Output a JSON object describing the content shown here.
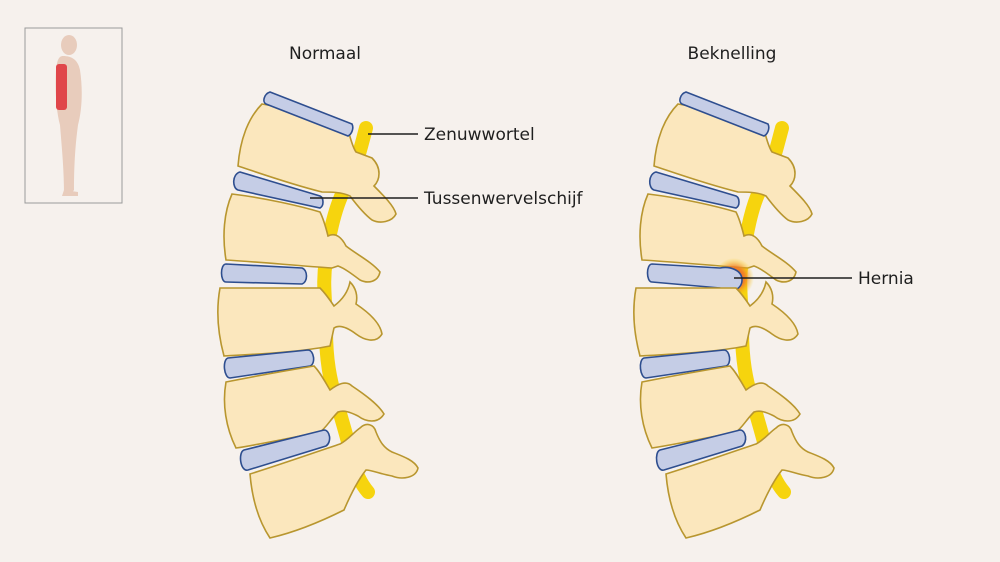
{
  "titles": {
    "normal": "Normaal",
    "pinched": "Beknelling"
  },
  "labels": {
    "nerve_root": "Zenuwwortel",
    "disc": "Tussenwervelschijf",
    "hernia": "Hernia"
  },
  "colors": {
    "background": "#f6f1ed",
    "bone_fill": "#fbe7bd",
    "bone_stroke": "#b8962f",
    "disc_fill": "#c5cde6",
    "disc_stroke": "#2e4e8f",
    "nerve": "#f6d40e",
    "hernia_glow": "#e94c2b",
    "body_silhouette": "#e8ccbc",
    "body_highlight": "#e0464a",
    "leader_line": "#1f1f1f",
    "thumbnail_border": "#9a9a9a"
  },
  "icons": {
    "thumbnail": "human-side-silhouette-icon"
  }
}
